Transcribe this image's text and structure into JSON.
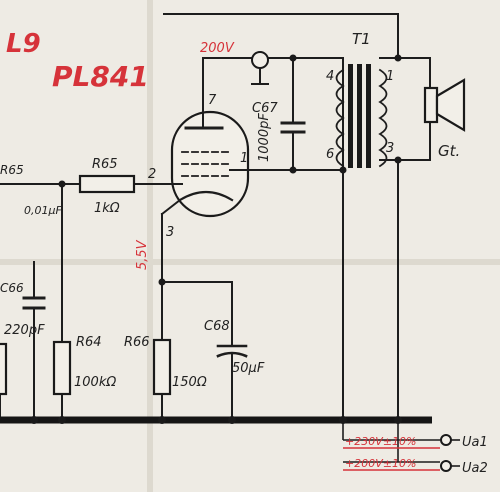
{
  "labels": {
    "tube_ref": "L9",
    "tube_type": "PL841",
    "plate_voltage": "200V",
    "cathode_voltage": "5,5V",
    "r65_left": "R65",
    "r65": "R65",
    "r65_value": "1kΩ",
    "cap_left_value": "0,01μF",
    "c66": "C66",
    "c66_value": "220pF",
    "r64": "R64",
    "r64_value": "100kΩ",
    "r66": "R66",
    "r66_value": "150Ω",
    "c68": "C68",
    "c68_value": "50μF",
    "c67": "C67",
    "c67_value": "1000pF",
    "transformer": "T1",
    "speaker": "Gt.",
    "pin_7": "7",
    "pin_1": "1",
    "pin_2": "2",
    "pin_3": "3",
    "t_pin_4": "4",
    "t_pin_6": "6",
    "t_pin_1": "1",
    "t_pin_3": "3",
    "supply_1": "+230V±10%",
    "supply_2": "+200V±10%",
    "ua1": "Ua1",
    "ua2": "Ua2"
  },
  "colors": {
    "annotation": "#d6333a",
    "ink": "#1d1d1d",
    "paper": "#eeebe4"
  }
}
